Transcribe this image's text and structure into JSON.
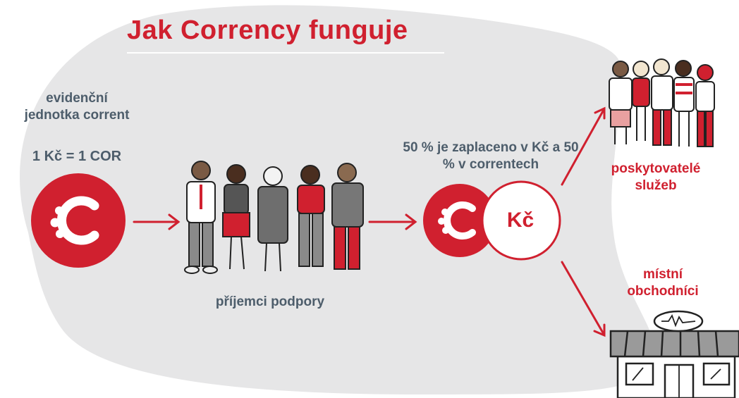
{
  "title": "Jak Corrency funguje",
  "unit": {
    "description": "evidenční jednotka corrent",
    "rate": "1 Kč = 1 COR"
  },
  "recipients_label": "příjemci podpory",
  "payment_split": "50 % je zaplaceno v Kč a 50 % v correntech",
  "currency_label": "Kč",
  "providers_label": "poskytovatelé služeb",
  "merchants_label": "místní obchodníci",
  "colors": {
    "red": "#d0202f",
    "slate": "#4d5d6b",
    "background_blob": "#e6e6e7"
  },
  "icons": [
    "corrency-logo-icon",
    "arrow-icon",
    "people-icon",
    "shop-icon"
  ]
}
